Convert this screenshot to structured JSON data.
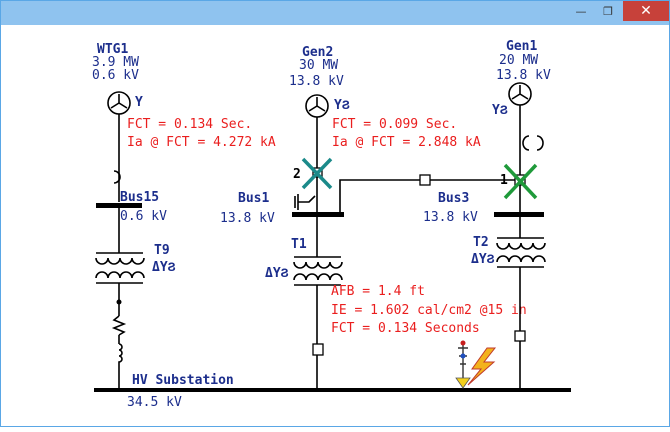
{
  "window": {
    "controls": {
      "minimize": "—",
      "maximize": "❐",
      "close": "✕"
    }
  },
  "wtg1": {
    "name": "WTG1",
    "mw": "3.9 MW",
    "kv": "0.6 kV",
    "conn": "Y"
  },
  "gen2": {
    "name": "Gen2",
    "mw": "30 MW",
    "kv": "13.8 kV",
    "conn": "YϨ"
  },
  "gen1": {
    "name": "Gen1",
    "mw": "20 MW",
    "kv": "13.8 kV",
    "conn": "YϨ"
  },
  "fault_left": {
    "fct": "FCT = 0.134 Sec.",
    "ia": "Ia @ FCT = 4.272 kA"
  },
  "fault_right": {
    "fct": "FCT = 0.099 Sec.",
    "ia": "Ia @ FCT = 2.848 kA"
  },
  "bus15": {
    "name": "Bus15",
    "kv": "0.6 kV"
  },
  "bus1": {
    "name": "Bus1",
    "kv": "13.8 kV"
  },
  "bus3": {
    "name": "Bus3",
    "kv": "13.8 kV"
  },
  "t9": {
    "name": "T9",
    "conn": "ΔYϨ"
  },
  "t1": {
    "name": "T1",
    "conn": "ΔYϨ"
  },
  "t2": {
    "name": "T2",
    "conn": "ΔYϨ"
  },
  "breaker_labels": {
    "left": "2",
    "right": "1"
  },
  "arc_flash": {
    "afb": "AFB = 1.4 ft",
    "ie": "IE  = 1.602 cal/cm2 @15 in",
    "fct": "FCT = 0.134 Seconds"
  },
  "hv_sub": {
    "name": "HV Substation",
    "kv": "34.5 kV"
  },
  "colors": {
    "label_blue": "#1c2e8c",
    "result_red": "#ea1e1e",
    "trip_teal": "#1b8a8a",
    "trip_green": "#1f9a3a",
    "title_bar": "#8fc3ef"
  },
  "icons": [
    "minimize-icon",
    "maximize-icon",
    "close-icon",
    "arc-flash-icon",
    "generator-icon"
  ]
}
